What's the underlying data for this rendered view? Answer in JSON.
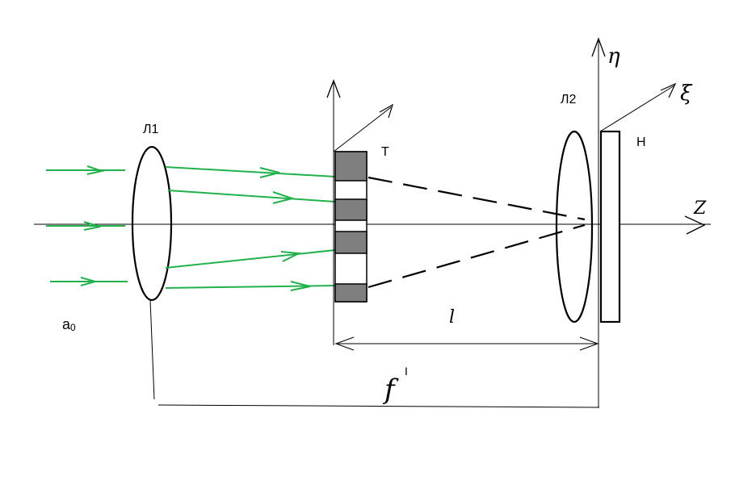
{
  "labels": {
    "lens1": "Л1",
    "lens2": "Л2",
    "grating": "Т",
    "screen": "Н",
    "amplitude": "a",
    "amplitude_sub": "0",
    "distance": "l",
    "focal": "f",
    "focal_prime": "I",
    "axis_z": "Z",
    "axis_eta": "η",
    "axis_xi": "ξ"
  },
  "colors": {
    "ray": "#22b14c",
    "stroke": "#000000",
    "grating_fill": "#7f7f7f"
  }
}
